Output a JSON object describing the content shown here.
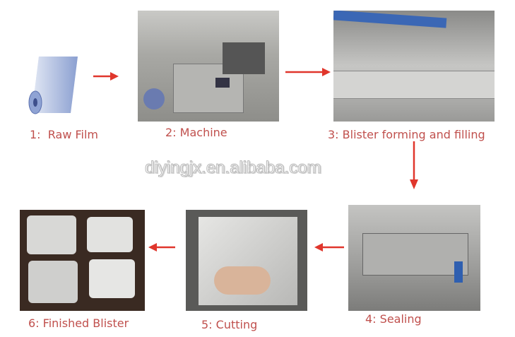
{
  "steps": [
    {
      "label": "1:  Raw Film",
      "image": "raw-film-roll"
    },
    {
      "label": "2: Machine",
      "image": "blister-packing-machine"
    },
    {
      "label": "3: Blister forming and filling",
      "image": "forming-station"
    },
    {
      "label": "4: Sealing",
      "image": "sealing-station"
    },
    {
      "label": "5: Cutting",
      "image": "cutting-sheet"
    },
    {
      "label": "6: Finished Blister",
      "image": "finished-blisters"
    }
  ],
  "watermark": "diyingjx.en.alibaba.com",
  "colors": {
    "label": "#c0504d",
    "arrow": "#e0362c"
  }
}
